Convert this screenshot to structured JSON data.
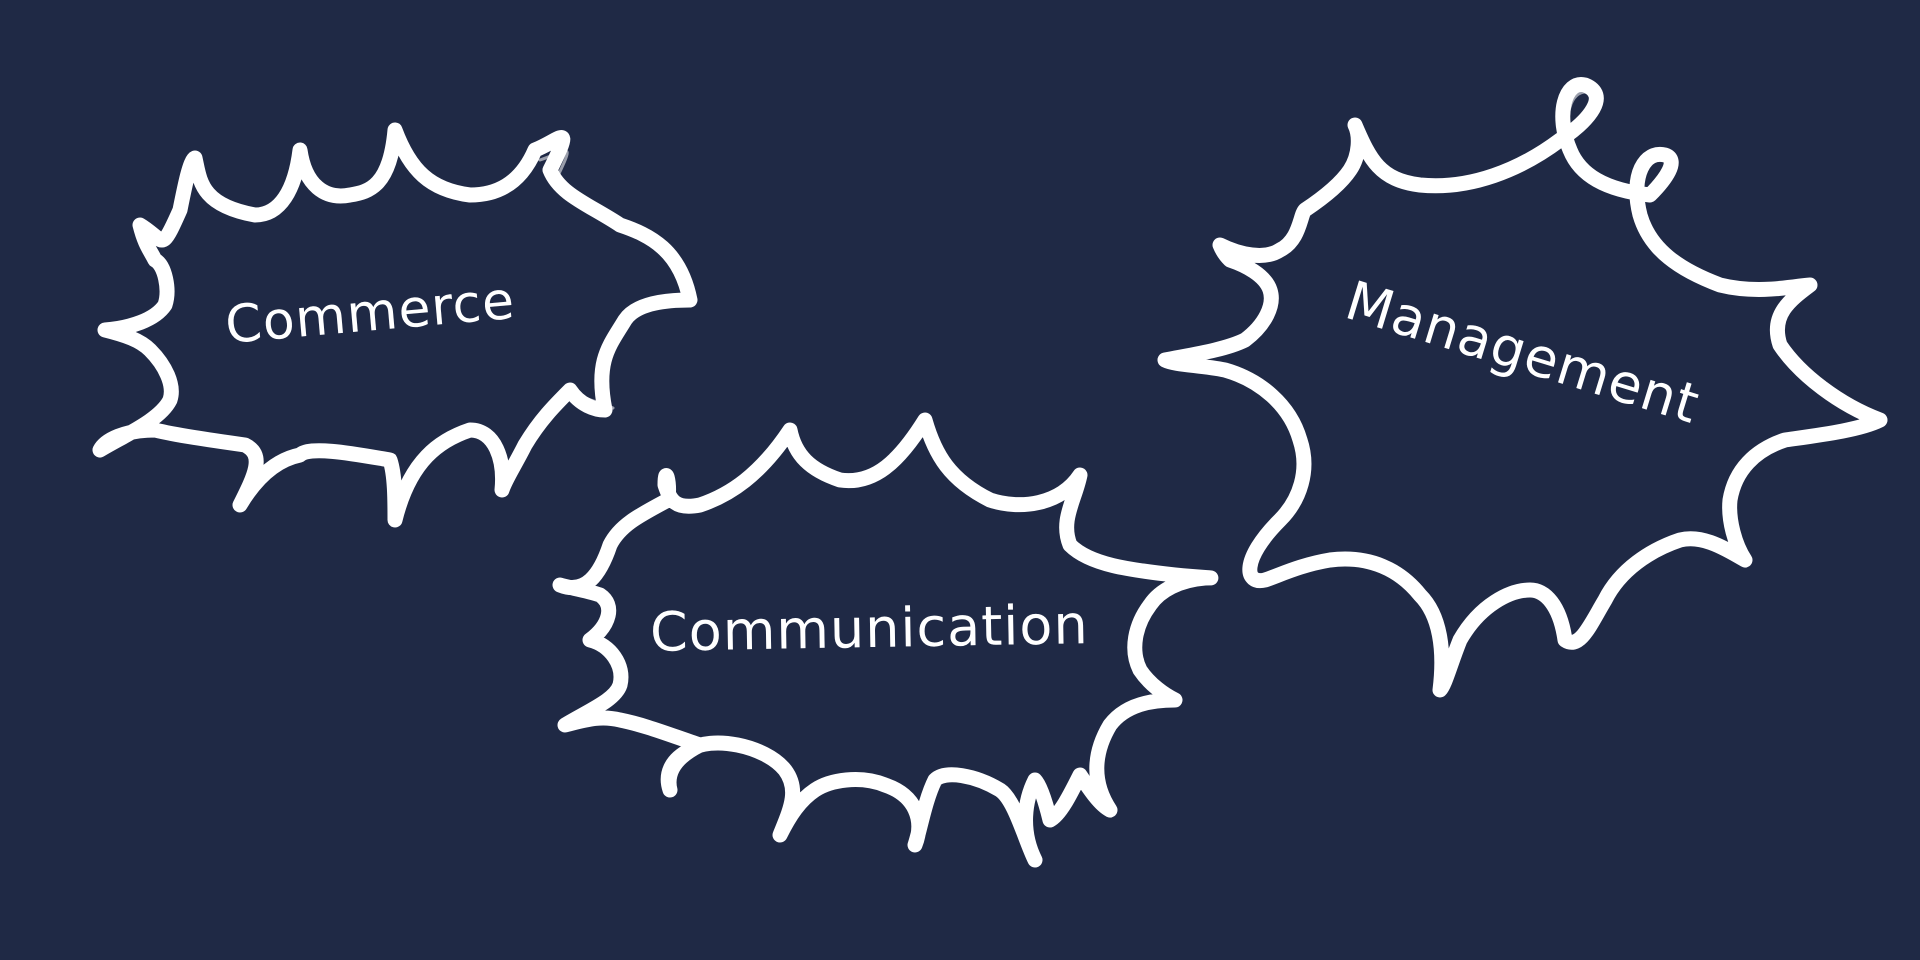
{
  "background_color": "#1f2945",
  "stroke_color": "#ffffff",
  "bubbles": [
    {
      "id": "commerce",
      "label": "Commerce"
    },
    {
      "id": "communication",
      "label": "Communication"
    },
    {
      "id": "management",
      "label": "Management"
    }
  ]
}
